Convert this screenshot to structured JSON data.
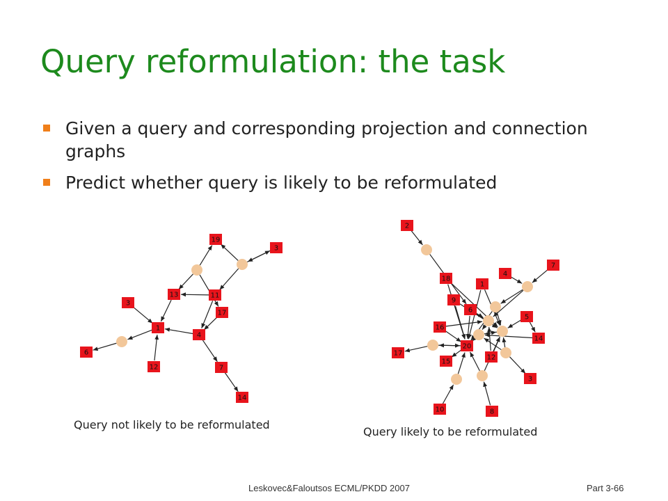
{
  "slide": {
    "title": "Query reformulation: the task",
    "bullets": [
      "Given a query and corresponding projection and connection graphs",
      "Predict whether query is likely to be reformulated"
    ],
    "captions": {
      "left": "Query not likely to be reformulated",
      "right": "Query likely to be reformulated"
    },
    "footer": {
      "left": "Leskovec&Faloutsos ECML/PKDD 2007",
      "right": "Part 3-66"
    }
  },
  "colors": {
    "title": "#1d8a1d",
    "bullet_marker": "#f07f1a",
    "node_square": "#e8141c",
    "node_circle": "#f2c79a",
    "edge": "#222222"
  },
  "graphs": {
    "left": {
      "nodes": [
        {
          "id": "19",
          "label": "19",
          "shape": "square"
        },
        {
          "id": "3",
          "label": "3",
          "shape": "square"
        },
        {
          "id": "cA",
          "label": "",
          "shape": "circle"
        },
        {
          "id": "cB",
          "label": "",
          "shape": "circle"
        },
        {
          "id": "13",
          "label": "13",
          "shape": "square"
        },
        {
          "id": "11",
          "label": "11",
          "shape": "square"
        },
        {
          "id": "17",
          "label": "17",
          "shape": "square"
        },
        {
          "id": "3b",
          "label": "3",
          "shape": "square"
        },
        {
          "id": "1",
          "label": "1",
          "shape": "square"
        },
        {
          "id": "4",
          "label": "4",
          "shape": "square"
        },
        {
          "id": "cC",
          "label": "",
          "shape": "circle"
        },
        {
          "id": "6",
          "label": "6",
          "shape": "square"
        },
        {
          "id": "12",
          "label": "12",
          "shape": "square"
        },
        {
          "id": "7",
          "label": "7",
          "shape": "square"
        },
        {
          "id": "14",
          "label": "14",
          "shape": "square"
        }
      ],
      "edges": [
        [
          "cA",
          "19"
        ],
        [
          "cB",
          "19"
        ],
        [
          "3",
          "cB"
        ],
        [
          "cB",
          "3"
        ],
        [
          "cA",
          "13"
        ],
        [
          "cB",
          "11"
        ],
        [
          "11",
          "13"
        ],
        [
          "11",
          "4"
        ],
        [
          "17",
          "4"
        ],
        [
          "cA",
          "17"
        ],
        [
          "3b",
          "1"
        ],
        [
          "4",
          "1"
        ],
        [
          "13",
          "1"
        ],
        [
          "1",
          "cC"
        ],
        [
          "cC",
          "6"
        ],
        [
          "12",
          "1"
        ],
        [
          "4",
          "7"
        ],
        [
          "7",
          "14"
        ]
      ]
    },
    "right": {
      "nodes": [
        {
          "id": "2",
          "label": "2",
          "shape": "square"
        },
        {
          "id": "c1",
          "label": "",
          "shape": "circle"
        },
        {
          "id": "4",
          "label": "4",
          "shape": "square"
        },
        {
          "id": "7",
          "label": "7",
          "shape": "square"
        },
        {
          "id": "c2",
          "label": "",
          "shape": "circle"
        },
        {
          "id": "18",
          "label": "18",
          "shape": "square"
        },
        {
          "id": "1",
          "label": "1",
          "shape": "square"
        },
        {
          "id": "9",
          "label": "9",
          "shape": "square"
        },
        {
          "id": "6",
          "label": "6",
          "shape": "square"
        },
        {
          "id": "c3",
          "label": "",
          "shape": "circle"
        },
        {
          "id": "5",
          "label": "5",
          "shape": "square"
        },
        {
          "id": "c4",
          "label": "",
          "shape": "circle"
        },
        {
          "id": "16",
          "label": "16",
          "shape": "square"
        },
        {
          "id": "c5",
          "label": "",
          "shape": "circle"
        },
        {
          "id": "c6",
          "label": "",
          "shape": "circle"
        },
        {
          "id": "14",
          "label": "14",
          "shape": "square"
        },
        {
          "id": "c7",
          "label": "",
          "shape": "circle"
        },
        {
          "id": "20",
          "label": "20",
          "shape": "square"
        },
        {
          "id": "17",
          "label": "17",
          "shape": "square"
        },
        {
          "id": "12",
          "label": "12",
          "shape": "square"
        },
        {
          "id": "c8",
          "label": "",
          "shape": "circle"
        },
        {
          "id": "15",
          "label": "15",
          "shape": "square"
        },
        {
          "id": "c9",
          "label": "",
          "shape": "circle"
        },
        {
          "id": "c10",
          "label": "",
          "shape": "circle"
        },
        {
          "id": "3",
          "label": "3",
          "shape": "square"
        },
        {
          "id": "10",
          "label": "10",
          "shape": "square"
        },
        {
          "id": "8",
          "label": "8",
          "shape": "square"
        }
      ],
      "edges": [
        [
          "2",
          "c1"
        ],
        [
          "c1",
          "6"
        ],
        [
          "18",
          "c4"
        ],
        [
          "18",
          "20"
        ],
        [
          "1",
          "c4"
        ],
        [
          "1",
          "20"
        ],
        [
          "4",
          "c2"
        ],
        [
          "7",
          "c2"
        ],
        [
          "c2",
          "c3"
        ],
        [
          "c2",
          "c5"
        ],
        [
          "9",
          "c4"
        ],
        [
          "9",
          "20"
        ],
        [
          "6",
          "c4"
        ],
        [
          "6",
          "c5"
        ],
        [
          "6",
          "20"
        ],
        [
          "c3",
          "c4"
        ],
        [
          "c3",
          "20"
        ],
        [
          "5",
          "c4"
        ],
        [
          "5",
          "14"
        ],
        [
          "16",
          "c5"
        ],
        [
          "16",
          "20"
        ],
        [
          "c5",
          "c6"
        ],
        [
          "c6",
          "c4"
        ],
        [
          "c6",
          "20"
        ],
        [
          "14",
          "c6"
        ],
        [
          "c7",
          "17"
        ],
        [
          "20",
          "c7"
        ],
        [
          "20",
          "15"
        ],
        [
          "20",
          "c6"
        ],
        [
          "12",
          "c4"
        ],
        [
          "12",
          "c5"
        ],
        [
          "c8",
          "c4"
        ],
        [
          "c8",
          "3"
        ],
        [
          "c8",
          "c6"
        ],
        [
          "c9",
          "20"
        ],
        [
          "10",
          "c9"
        ],
        [
          "c10",
          "20"
        ],
        [
          "c10",
          "c4"
        ],
        [
          "8",
          "c10"
        ],
        [
          "c7",
          "20"
        ],
        [
          "c4",
          "c6"
        ]
      ]
    }
  }
}
